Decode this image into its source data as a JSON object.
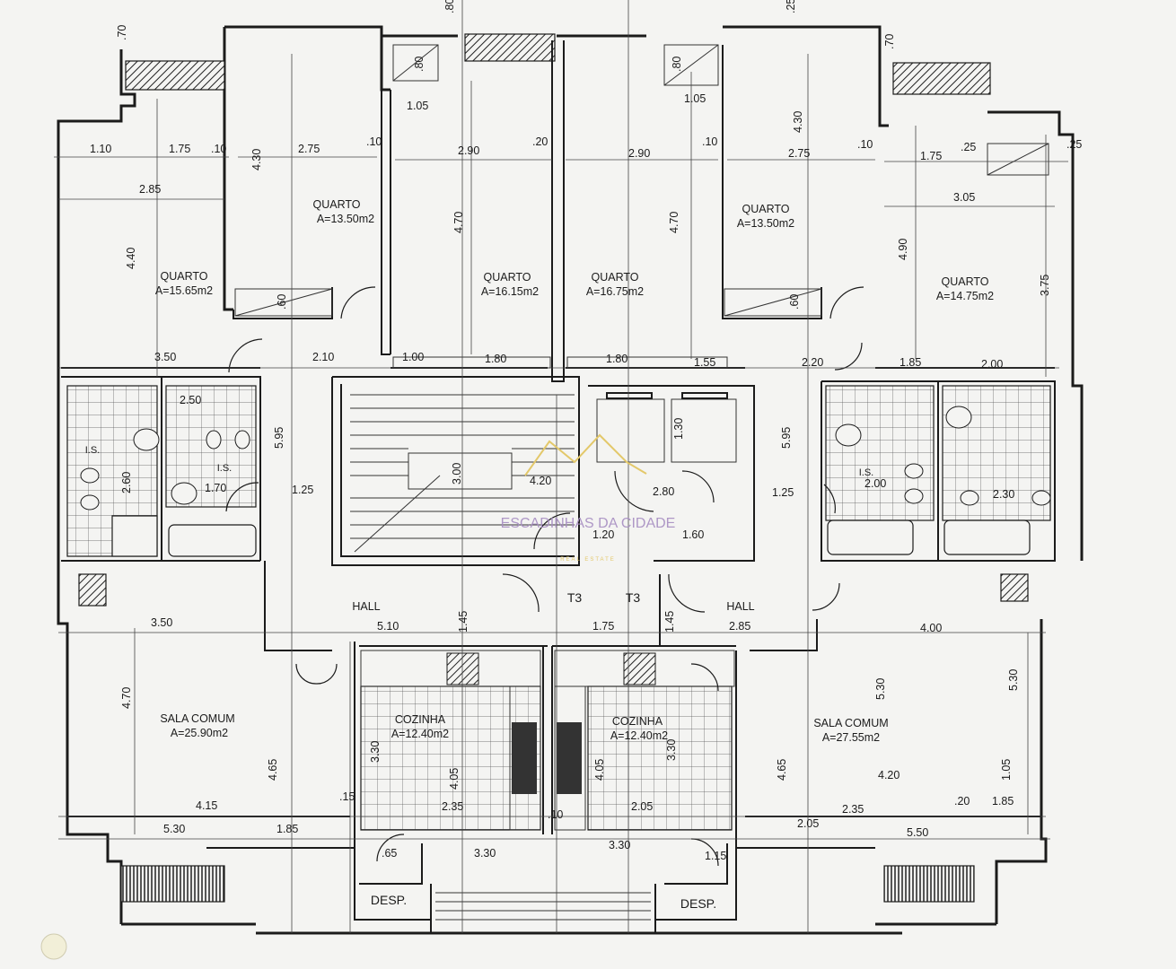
{
  "rooms": {
    "q1": {
      "name": "QUARTO",
      "area": "A=15.65m2"
    },
    "q2": {
      "name": "QUARTO",
      "area": "A=13.50m2"
    },
    "q3": {
      "name": "QUARTO",
      "area": "A=16.15m2"
    },
    "q4": {
      "name": "QUARTO",
      "area": "A=16.75m2"
    },
    "q5": {
      "name": "QUARTO",
      "area": "A=13.50m2"
    },
    "q6": {
      "name": "QUARTO",
      "area": "A=14.75m2"
    },
    "sala_l": {
      "name": "SALA COMUM",
      "area": "A=25.90m2"
    },
    "sala_r": {
      "name": "SALA COMUM",
      "area": "A=27.55m2"
    },
    "coz_l": {
      "name": "COZINHA",
      "area": "A=12.40m2"
    },
    "coz_r": {
      "name": "COZINHA",
      "area": "A=12.40m2"
    },
    "hall_l": "HALL",
    "hall_r": "HALL",
    "desp_l": "DESP.",
    "desp_r": "DESP.",
    "t3_l": "T3",
    "t3_r": "T3",
    "is_l": "I.S.",
    "is_l2": "I.S.",
    "is_r": "I.S."
  },
  "watermark": {
    "brand": "ESCADINHAS DA CIDADE",
    "sub": "REAL ESTATE"
  },
  "dimensions": [
    ".70",
    ".80",
    ".25",
    ".70",
    "1.10",
    "1.75",
    ".10",
    "2.75",
    ".10",
    "2.90",
    ".20",
    "2.90",
    ".10",
    "2.75",
    ".10",
    "1.75",
    ".25",
    ".25",
    "2.85",
    "4.40",
    "4.30",
    "4.70",
    "4.70",
    "4.30",
    "3.05",
    "4.90",
    "3.75",
    "1.05",
    "1.05",
    ".80",
    ".80",
    ".60",
    ".60",
    "3.50",
    "2.10",
    "1.00",
    "1.80",
    "1.80",
    "1.55",
    "2.20",
    "1.85",
    "2.00",
    "2.50",
    "5.95",
    "1.25",
    "3.00",
    "4.20",
    "2.80",
    "1.30",
    "5.95",
    "1.25",
    "2.00",
    "2.30",
    "1.70",
    "2.60",
    "1.20",
    "1.60",
    "1.45",
    "1.45",
    "5.10",
    "1.75",
    "2.85",
    "4.00",
    "3.50",
    "4.70",
    "4.65",
    "5.30",
    "3.30",
    "4.05",
    "4.05",
    "3.30",
    "4.65",
    "5.30",
    "4.15",
    "5.30",
    "1.85",
    "2.35",
    "3.30",
    "2.05",
    "3.30",
    "2.05",
    "2.35",
    "4.20",
    "5.50",
    "1.85",
    "1.05",
    ".65",
    "1.15",
    ".15",
    ".10",
    ".20",
    ".25"
  ]
}
